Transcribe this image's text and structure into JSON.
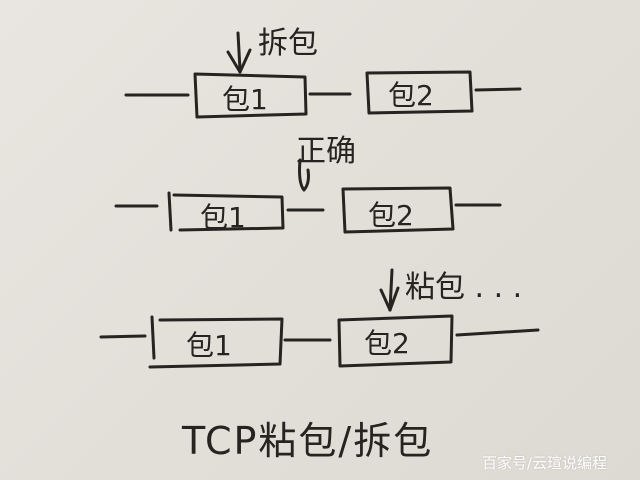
{
  "diagram": {
    "title": "TCP粘包/拆包",
    "ink_color": "#262421",
    "paper_color": "#e4e0da",
    "rows": [
      {
        "case": "split",
        "annotation": "拆包",
        "arrow_target": "inside packet 1",
        "packets": [
          {
            "label": "包1"
          },
          {
            "label": "包2"
          }
        ]
      },
      {
        "case": "correct",
        "annotation": "正确",
        "arrow_target": "between packet 1 and packet 2",
        "packets": [
          {
            "label": "包1"
          },
          {
            "label": "包2"
          }
        ]
      },
      {
        "case": "sticky",
        "annotation": "粘包 . . .",
        "arrow_target": "inside packet 2",
        "packets": [
          {
            "label": "包1"
          },
          {
            "label": "包2"
          }
        ]
      }
    ]
  },
  "watermark": "百家号/云瑄说编程"
}
